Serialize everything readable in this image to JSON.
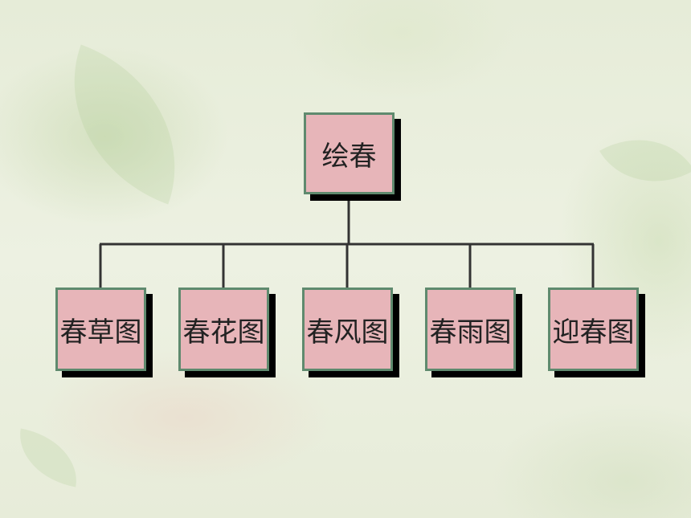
{
  "diagram": {
    "root": {
      "label": "绘春"
    },
    "children": [
      {
        "label": "春草图"
      },
      {
        "label": "春花图"
      },
      {
        "label": "春风图"
      },
      {
        "label": "春雨图"
      },
      {
        "label": "迎春图"
      }
    ],
    "colors": {
      "node_fill": "#e7b5b9",
      "node_border": "#5f8a6e",
      "node_shadow": "#000000",
      "connector": "#333333"
    }
  }
}
